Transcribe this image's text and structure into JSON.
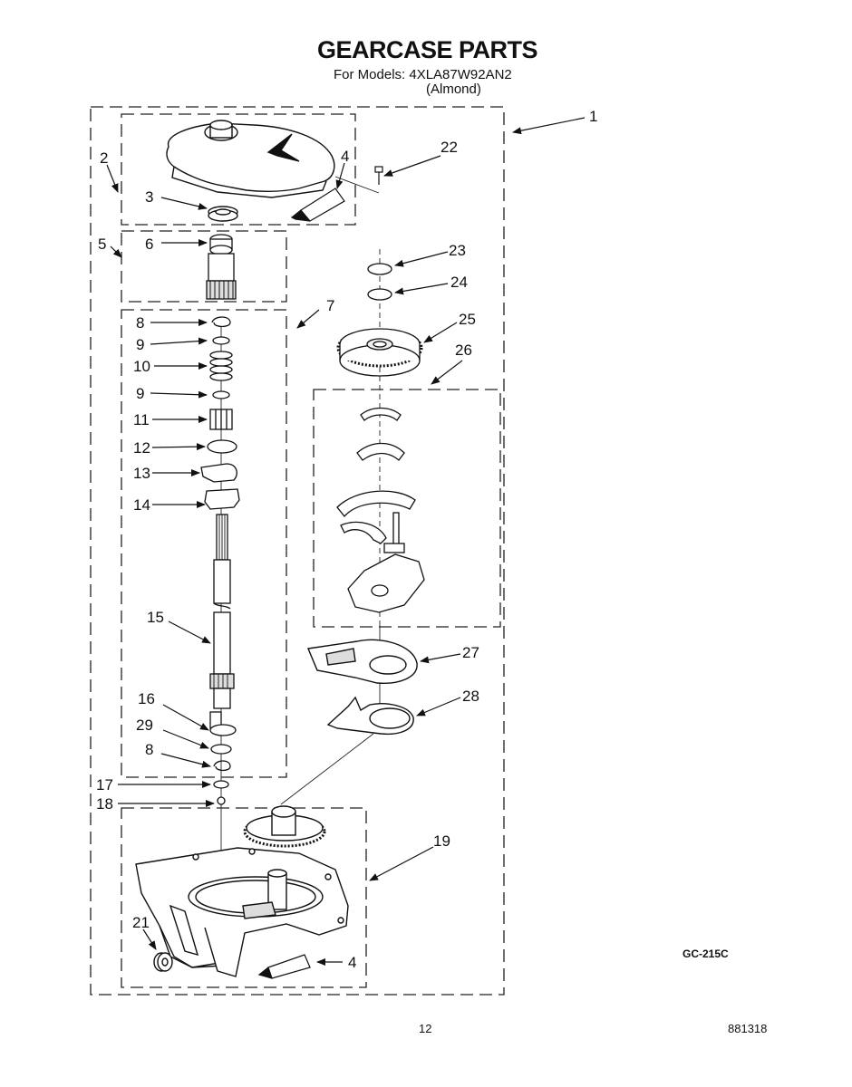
{
  "header": {
    "title": "GEARCASE PARTS",
    "models": "For Models: 4XLA87W92AN2",
    "finish": "(Almond)"
  },
  "footer": {
    "drawing_code": "GC-215C",
    "page_number": "12",
    "document_number": "881318"
  },
  "callouts": {
    "c1": "1",
    "c2": "2",
    "c3": "3",
    "c4a": "4",
    "c4b": "4",
    "c5": "5",
    "c6": "6",
    "c7": "7",
    "c8a": "8",
    "c8b": "8",
    "c9a": "9",
    "c9b": "9",
    "c10": "10",
    "c11": "11",
    "c12": "12",
    "c13": "13",
    "c14": "14",
    "c15": "15",
    "c16": "16",
    "c17": "17",
    "c18": "18",
    "c19": "19",
    "c21": "21",
    "c22": "22",
    "c23": "23",
    "c24": "24",
    "c25": "25",
    "c26": "26",
    "c27": "27",
    "c28": "28",
    "c29": "29"
  }
}
